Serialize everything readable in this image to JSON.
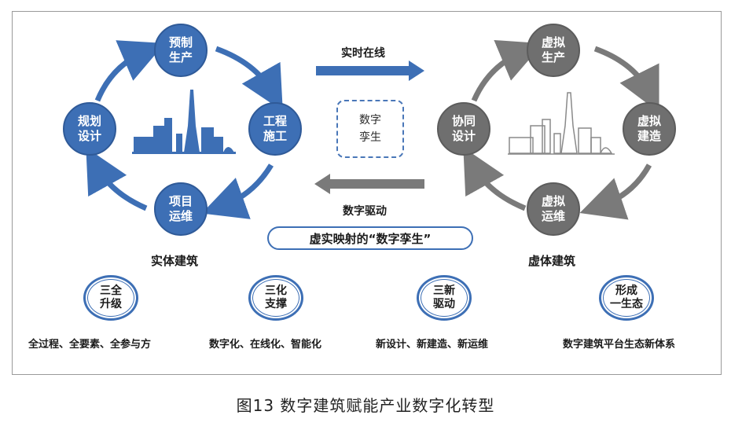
{
  "left_cycle": {
    "title": "实体建筑",
    "nodes": [
      {
        "id": "plan",
        "label": "预制\n生产"
      },
      {
        "id": "build",
        "label": "工程\n施工"
      },
      {
        "id": "ops",
        "label": "项目\n运维"
      },
      {
        "id": "design",
        "label": "规划\n设计"
      }
    ]
  },
  "right_cycle": {
    "title": "虚体建筑",
    "nodes": [
      {
        "id": "vprod",
        "label": "虚拟\n生产"
      },
      {
        "id": "vbuild",
        "label": "虚拟\n建造"
      },
      {
        "id": "vops",
        "label": "虚拟\n运维"
      },
      {
        "id": "vdesign",
        "label": "协同\n设计"
      }
    ]
  },
  "center": {
    "top_arrow_label": "实时在线",
    "twin_box": "数字\n孪生",
    "bottom_arrow_label": "数字驱动",
    "banner": "虚实映射的“数字孪生”"
  },
  "badges": [
    {
      "text": "三全\n升级",
      "desc": "全过程、全要素、全参与方"
    },
    {
      "text": "三化\n支撑",
      "desc": "数字化、在线化、智能化"
    },
    {
      "text": "三新\n驱动",
      "desc": "新设计、新建造、新运维"
    },
    {
      "text": "形成\n一生态",
      "desc": "数字建筑平台生态新体系"
    }
  ],
  "colors": {
    "blue": "#3d6fb5",
    "gray": "#6f6f6f"
  },
  "caption": "图13   数字建筑赋能产业数字化转型"
}
